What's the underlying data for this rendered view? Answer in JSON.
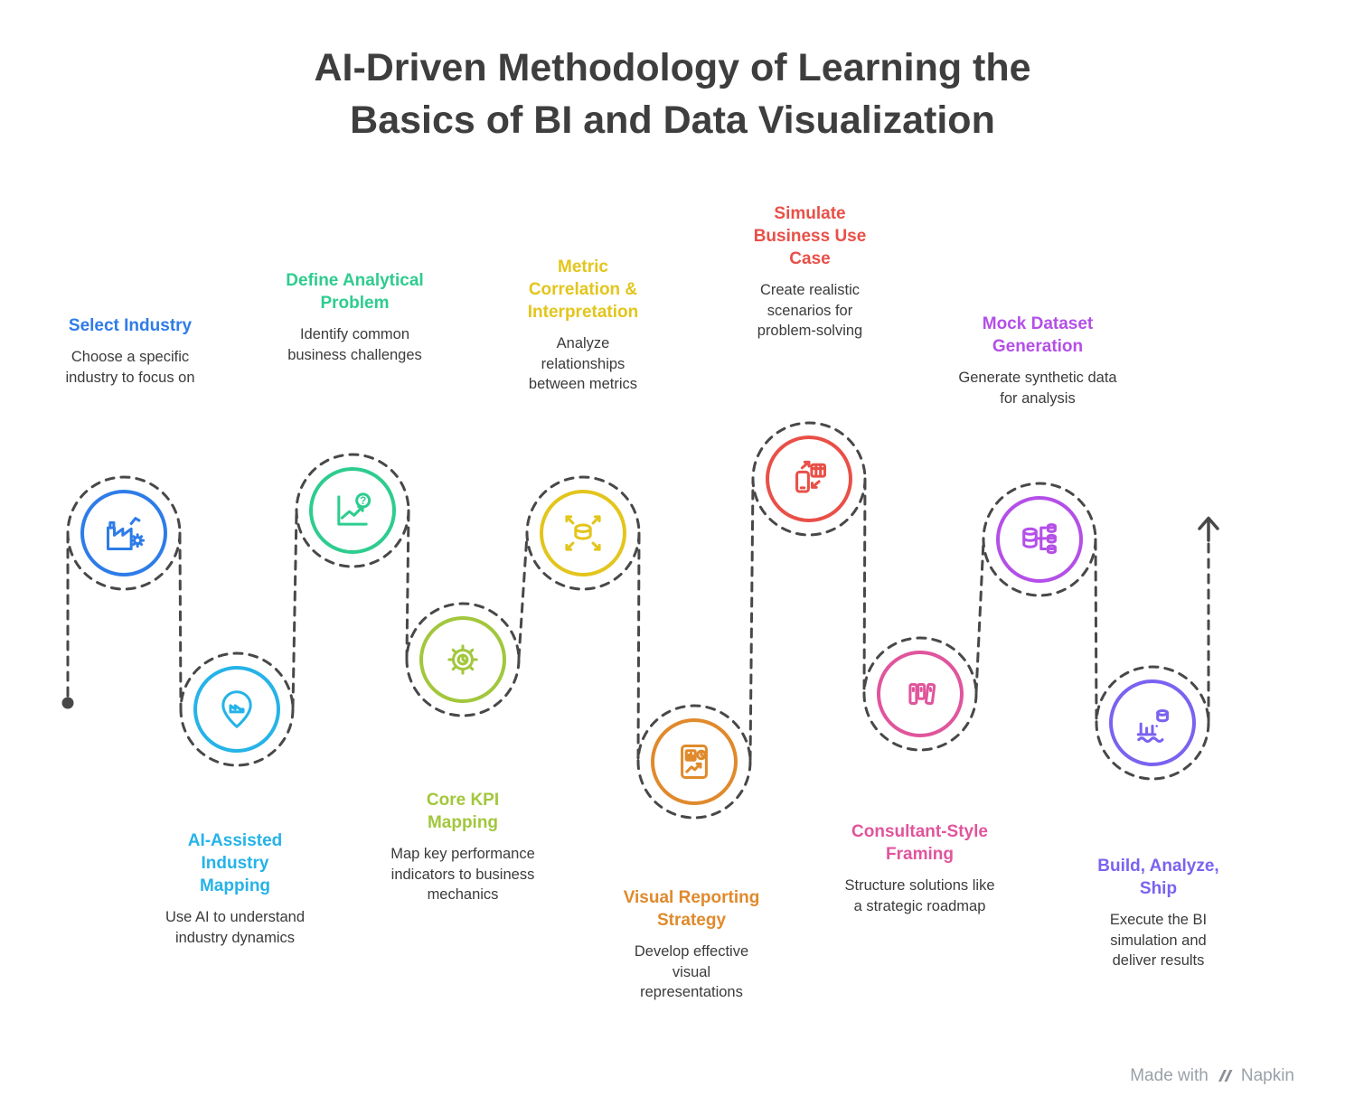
{
  "title": {
    "line1": "AI-Driven Methodology of Learning the",
    "line2": "Basics of BI and Data Visualization"
  },
  "steps": [
    {
      "title": "Select Industry",
      "description": "Choose a specific industry to focus on",
      "color": "#2e7ce8",
      "icon": "factory-icon"
    },
    {
      "title": "AI-Assisted Industry Mapping",
      "description": "Use AI to understand industry dynamics",
      "color": "#25b3e8",
      "icon": "factory-pin-icon"
    },
    {
      "title": "Define Analytical Problem",
      "description": "Identify common business challenges",
      "color": "#2ecc8f",
      "icon": "trend-chart-question-icon"
    },
    {
      "title": "Core KPI Mapping",
      "description": "Map key performance indicators to business mechanics",
      "color": "#a2c73c",
      "icon": "gear-pie-icon"
    },
    {
      "title": "Metric Correlation & Interpretation",
      "description": "Analyze relationships between metrics",
      "color": "#e3c51c",
      "icon": "database-arrows-icon"
    },
    {
      "title": "Visual Reporting Strategy",
      "description": "Develop effective visual representations",
      "color": "#e08a2c",
      "icon": "report-charts-icon"
    },
    {
      "title": "Simulate Business Use Case",
      "description": "Create realistic scenarios for problem-solving",
      "color": "#e85048",
      "icon": "device-sync-icon"
    },
    {
      "title": "Consultant-Style Framing",
      "description": "Structure solutions like a strategic roadmap",
      "color": "#e0559c",
      "icon": "kanban-icon"
    },
    {
      "title": "Mock Dataset Generation",
      "description": "Generate synthetic data for analysis",
      "color": "#b44fe8",
      "icon": "dataset-network-icon"
    },
    {
      "title": "Build, Analyze, Ship",
      "description": "Execute the BI simulation and deliver results",
      "color": "#7b62f0",
      "icon": "bar-chart-ship-icon"
    }
  ],
  "footer": {
    "made_with": "Made with",
    "brand": "Napkin"
  }
}
